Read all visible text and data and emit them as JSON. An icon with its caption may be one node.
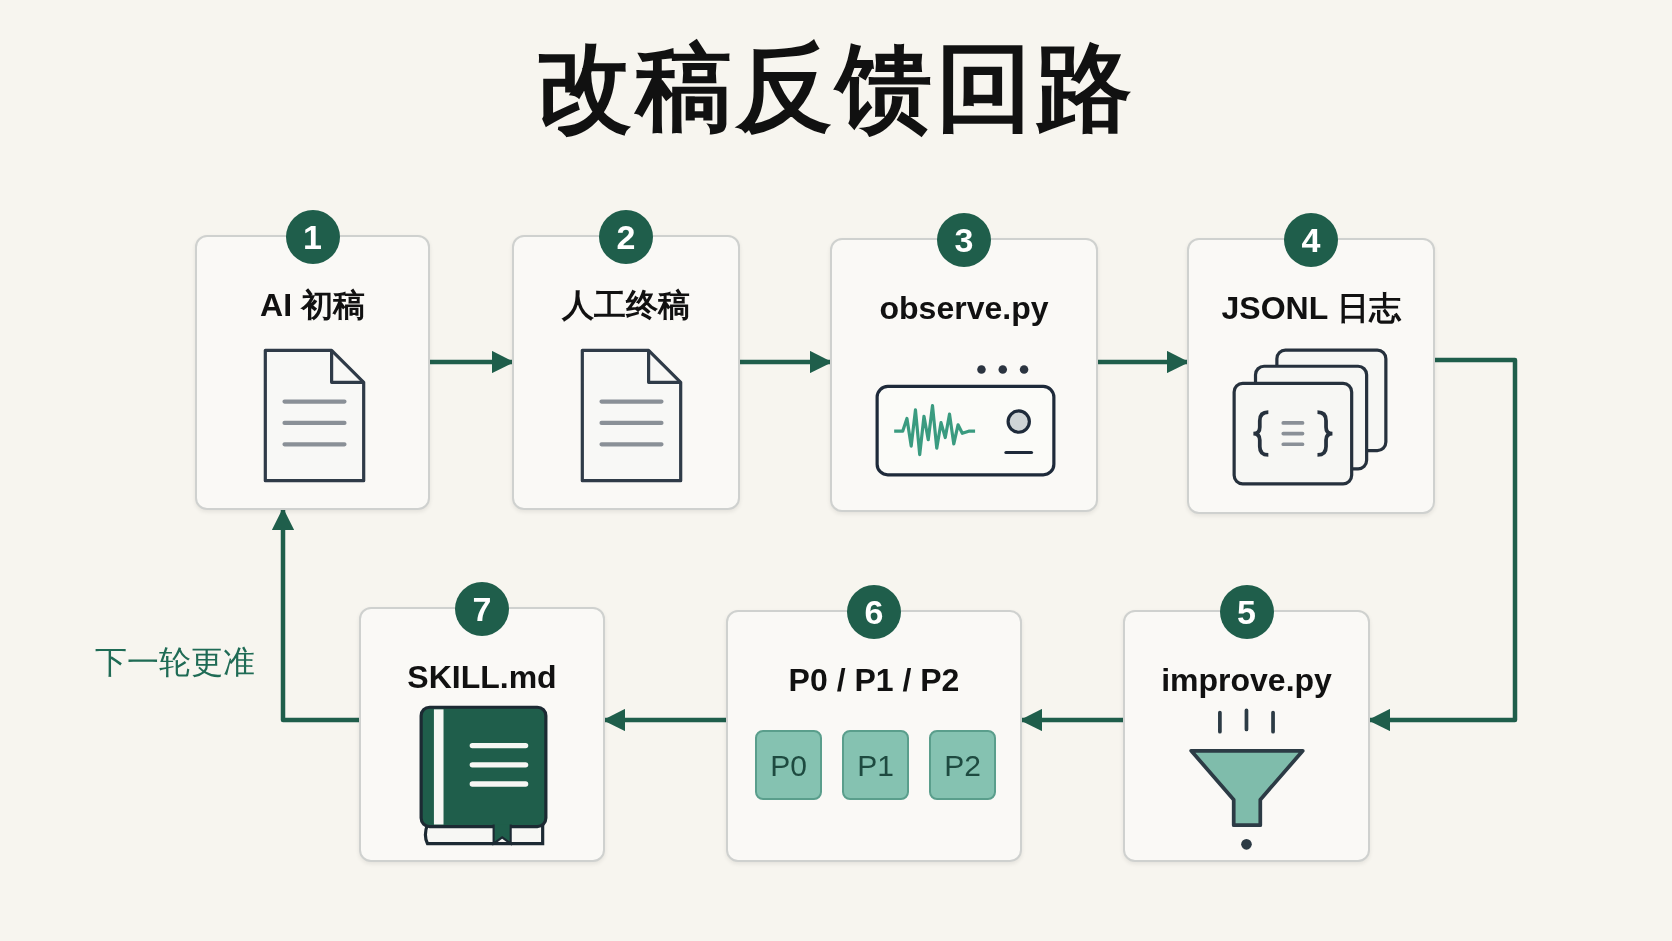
{
  "diagram": {
    "title": "改稿反馈回路",
    "nodes": [
      {
        "text": [
          "1",
          "AI 初稿"
        ]
      },
      {
        "text": [
          "2",
          "人工终稿"
        ]
      },
      {
        "text": [
          "3",
          "observe.py"
        ]
      },
      {
        "text": [
          "4",
          "JSONL 日志"
        ]
      },
      {
        "text": [
          "5",
          "improve.py"
        ]
      },
      {
        "text": [
          "6",
          "P0 / P1 / P2"
        ]
      },
      {
        "text": [
          "P0"
        ],
        "in": 5
      },
      {
        "text": [
          "P1"
        ],
        "in": 5
      },
      {
        "text": [
          "P2"
        ],
        "in": 5
      },
      {
        "text": [
          "7",
          "SKILL.md"
        ]
      }
    ],
    "edges": [
      {
        "from": 0,
        "to": 1,
        "arrow": "to"
      },
      {
        "from": 1,
        "to": 2,
        "arrow": "to"
      },
      {
        "from": 2,
        "to": 3,
        "arrow": "to"
      },
      {
        "from": 3,
        "to": 4,
        "arrow": "to"
      },
      {
        "from": 4,
        "to": 5,
        "arrow": "to"
      },
      {
        "from": 5,
        "to": 9,
        "arrow": "to"
      },
      {
        "from": 9,
        "to": 0,
        "arrow": "to",
        "label": "下一轮更准"
      }
    ]
  }
}
